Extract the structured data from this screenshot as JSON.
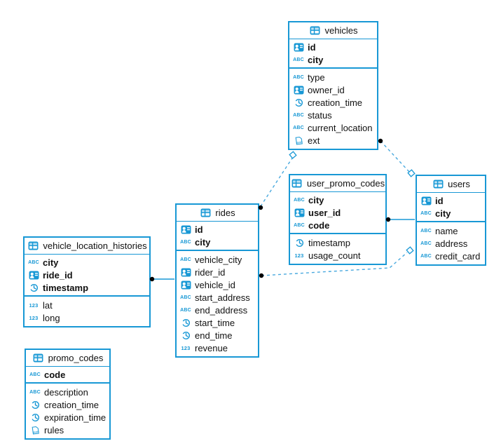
{
  "diagram": {
    "accent_color": "#1898d5",
    "dashed_line_color": "#49a9de",
    "background": "#ffffff",
    "icon_glyphs": {
      "text": "ABC",
      "number": "123",
      "json": "JSON"
    },
    "tables": [
      {
        "title": "vehicles",
        "key_fields": [
          {
            "name": "id",
            "type": "id"
          },
          {
            "name": "city",
            "type": "text"
          }
        ],
        "fields": [
          {
            "name": "type",
            "type": "text"
          },
          {
            "name": "owner_id",
            "type": "id"
          },
          {
            "name": "creation_time",
            "type": "timestamp"
          },
          {
            "name": "status",
            "type": "text"
          },
          {
            "name": "current_location",
            "type": "text"
          },
          {
            "name": "ext",
            "type": "json"
          }
        ]
      },
      {
        "title": "user_promo_codes",
        "key_fields": [
          {
            "name": "city",
            "type": "text"
          },
          {
            "name": "user_id",
            "type": "id"
          },
          {
            "name": "code",
            "type": "text"
          }
        ],
        "fields": [
          {
            "name": "timestamp",
            "type": "timestamp"
          },
          {
            "name": "usage_count",
            "type": "number"
          }
        ]
      },
      {
        "title": "users",
        "key_fields": [
          {
            "name": "id",
            "type": "id"
          },
          {
            "name": "city",
            "type": "text"
          }
        ],
        "fields": [
          {
            "name": "name",
            "type": "text"
          },
          {
            "name": "address",
            "type": "text"
          },
          {
            "name": "credit_card",
            "type": "text"
          }
        ]
      },
      {
        "title": "rides",
        "key_fields": [
          {
            "name": "id",
            "type": "id"
          },
          {
            "name": "city",
            "type": "text"
          }
        ],
        "fields": [
          {
            "name": "vehicle_city",
            "type": "text"
          },
          {
            "name": "rider_id",
            "type": "id"
          },
          {
            "name": "vehicle_id",
            "type": "id"
          },
          {
            "name": "start_address",
            "type": "text"
          },
          {
            "name": "end_address",
            "type": "text"
          },
          {
            "name": "start_time",
            "type": "timestamp"
          },
          {
            "name": "end_time",
            "type": "timestamp"
          },
          {
            "name": "revenue",
            "type": "number"
          }
        ]
      },
      {
        "title": "vehicle_location_histories",
        "key_fields": [
          {
            "name": "city",
            "type": "text"
          },
          {
            "name": "ride_id",
            "type": "id"
          },
          {
            "name": "timestamp",
            "type": "timestamp"
          }
        ],
        "fields": [
          {
            "name": "lat",
            "type": "number"
          },
          {
            "name": "long",
            "type": "number"
          }
        ]
      },
      {
        "title": "promo_codes",
        "key_fields": [
          {
            "name": "code",
            "type": "text"
          }
        ],
        "fields": [
          {
            "name": "description",
            "type": "text"
          },
          {
            "name": "creation_time",
            "type": "timestamp"
          },
          {
            "name": "expiration_time",
            "type": "timestamp"
          },
          {
            "name": "rules",
            "type": "json"
          }
        ]
      }
    ],
    "relations": [
      {
        "from": "vehicles",
        "from_marker": "dot",
        "to": "users",
        "to_marker": "diamond",
        "style": "dashed"
      },
      {
        "from": "vehicles",
        "from_marker": "diamond",
        "to": "rides",
        "to_marker": "dot",
        "style": "dashed"
      },
      {
        "from": "user_promo_codes",
        "from_marker": "dot",
        "to": "users",
        "to_marker": "none",
        "style": "solid"
      },
      {
        "from": "rides",
        "from_marker": "dot",
        "to": "users",
        "to_marker": "diamond",
        "style": "dashed"
      },
      {
        "from": "vehicle_location_histories",
        "from_marker": "dot",
        "to": "rides",
        "to_marker": "none",
        "style": "solid"
      }
    ]
  }
}
